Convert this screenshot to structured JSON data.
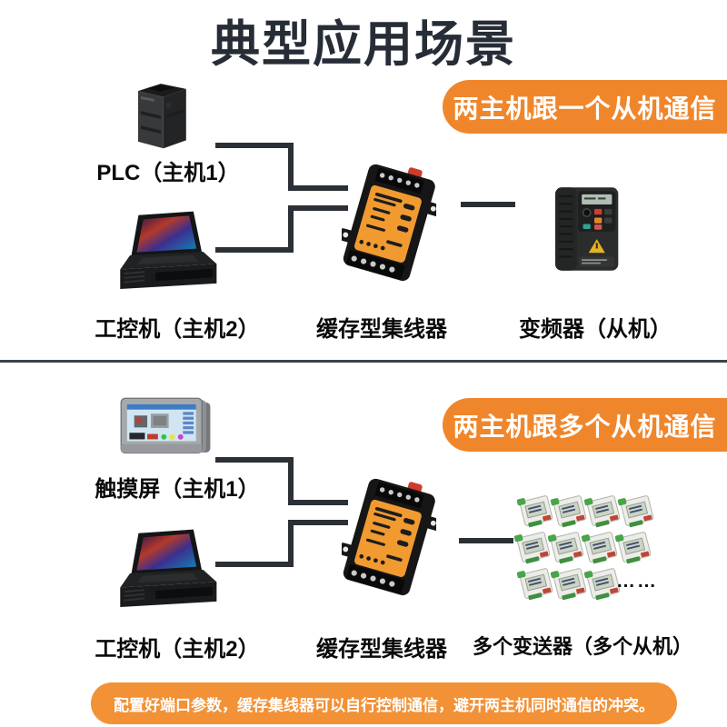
{
  "title": "典型应用场景",
  "colors": {
    "accent_orange": "#f0862b",
    "footer_orange": "#f29136",
    "title_color": "#272d36",
    "wire_color": "#2b3036",
    "label_color": "#0a0a0a"
  },
  "scene1": {
    "banner": "两主机跟一个从机通信",
    "plc_label": "PLC（主机1）",
    "ipc_label": "工控机（主机2）",
    "hub_label": "缓存型集线器",
    "vfd_label": "变频器（从机）"
  },
  "scene2": {
    "banner": "两主机跟多个从机通信",
    "hmi_label": "触摸屏（主机1）",
    "ipc_label": "工控机（主机2）",
    "hub_label": "缓存型集线器",
    "tx_label": "多个变送器（多个从机）",
    "ellipsis": "……"
  },
  "footer": {
    "note": "配置好端口参数，缓存集线器可以自行控制通信，避开两主机同时通信的冲突。"
  }
}
